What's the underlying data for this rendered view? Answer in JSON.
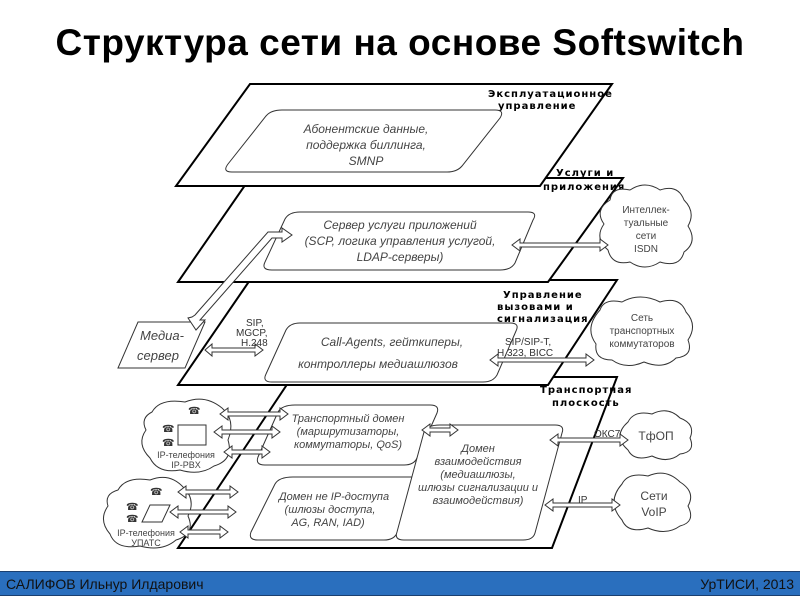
{
  "slide": {
    "title": "Структура сети на основе Softswitch"
  },
  "footer": {
    "author": "САЛИФОВ Ильнур Илдарович",
    "org_year": "УрТИСИ, 2013"
  },
  "diagram": {
    "planes": {
      "ops": [
        "Эксплуатационное",
        "управление"
      ],
      "services": [
        "Услуги и",
        "приложения"
      ],
      "control": [
        "Управление",
        "вызовами и",
        "сигнализация"
      ],
      "transport": [
        "Транспортная",
        "плоскость"
      ]
    },
    "boxes": {
      "subscriber": [
        "Абонентские данные,",
        "поддержка биллинга,",
        "SMNP"
      ],
      "app_server": [
        "Сервер услуги приложений",
        "(SCP, логика управления услугой,",
        "LDAP-серверы)"
      ],
      "call_agents": [
        "Call-Agents, гейткиперы,",
        "контроллеры медиашлюзов"
      ],
      "media_server": [
        "Медиа-",
        "сервер"
      ],
      "transport_domain": [
        "Транспортный домен",
        "(маршрутизаторы,",
        "коммутаторы, QoS)"
      ],
      "non_ip_domain": [
        "Домен не IP-доступа",
        "(шлюзы доступа,",
        "AG, RAN, IAD)"
      ],
      "interworking_domain": [
        "Домен",
        "взаимодействия",
        "(медиашлюзы,",
        "шлюзы сигнализации и",
        "взаимодействия)"
      ]
    },
    "clouds": {
      "in_isdn": [
        "Интеллек-",
        "туальные",
        "сети",
        "ISDN"
      ],
      "transit": [
        "Сеть",
        "транспортных",
        "коммутаторов"
      ],
      "pstn": [
        "ТфОП"
      ],
      "voip": [
        "Сети",
        "VoIP"
      ],
      "ip_pbx": [
        "IP-телефония",
        "IP-PBX"
      ],
      "upats": [
        "IP-телефония",
        "УПАТС"
      ]
    },
    "protocols": {
      "media": [
        "SIP,",
        "MGCP,",
        "H.248"
      ],
      "transit": [
        "SIP/SIP-T,",
        "H.323, BICC"
      ],
      "pstn": "ОКС7",
      "voip": "IP"
    }
  }
}
